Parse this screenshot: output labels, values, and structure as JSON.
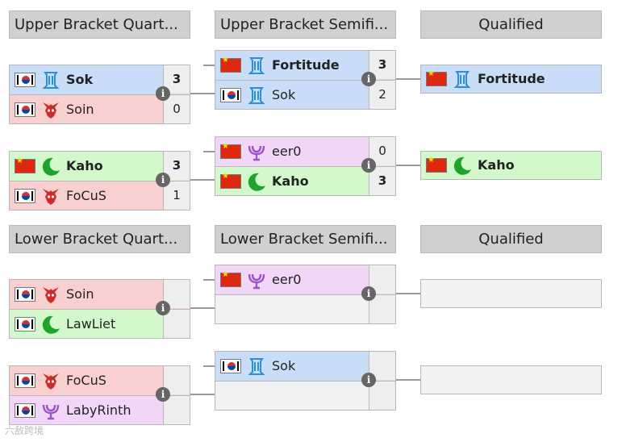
{
  "headers": {
    "upper_qf": "Upper Bracket Quart...",
    "upper_sf": "Upper Bracket Semifi...",
    "upper_q": "Qualified",
    "lower_qf": "Lower Bracket Quart...",
    "lower_sf": "Lower Bracket Semifi...",
    "lower_q": "Qualified"
  },
  "upper_qf": [
    {
      "p1": {
        "name": "Sok",
        "flag": "south-korea",
        "race": "protoss",
        "score": "3",
        "win": true
      },
      "p2": {
        "name": "Soin",
        "flag": "south-korea",
        "race": "zerg",
        "score": "0"
      }
    },
    {
      "p1": {
        "name": "Kaho",
        "flag": "china",
        "race": "undead",
        "score": "3",
        "win": true
      },
      "p2": {
        "name": "FoCuS",
        "flag": "south-korea",
        "race": "zerg",
        "score": "1"
      }
    }
  ],
  "upper_sf": [
    {
      "p1": {
        "name": "Fortitude",
        "flag": "china",
        "race": "protoss",
        "score": "3",
        "win": true
      },
      "p2": {
        "name": "Sok",
        "flag": "south-korea",
        "race": "protoss",
        "score": "2"
      }
    },
    {
      "p1": {
        "name": "eer0",
        "flag": "china",
        "race": "terran",
        "score": "0"
      },
      "p2": {
        "name": "Kaho",
        "flag": "china",
        "race": "undead",
        "score": "3",
        "win": true
      }
    }
  ],
  "upper_qualified": [
    {
      "name": "Fortitude",
      "flag": "china",
      "race": "protoss"
    },
    {
      "name": "Kaho",
      "flag": "china",
      "race": "undead"
    }
  ],
  "lower_qf": [
    {
      "p1": {
        "name": "Soin",
        "flag": "south-korea",
        "race": "zerg"
      },
      "p2": {
        "name": "LawLiet",
        "flag": "south-korea",
        "race": "undead"
      }
    },
    {
      "p1": {
        "name": "FoCuS",
        "flag": "south-korea",
        "race": "zerg"
      },
      "p2": {
        "name": "LabyRinth",
        "flag": "south-korea",
        "race": "terran"
      }
    }
  ],
  "lower_sf": [
    {
      "p1": {
        "name": "eer0",
        "flag": "china",
        "race": "terran"
      }
    },
    {
      "p1": {
        "name": "Sok",
        "flag": "south-korea",
        "race": "protoss"
      }
    }
  ],
  "icons": {
    "info": "i"
  },
  "watermark": "六敌跨境",
  "colors": {
    "protoss": "#2a8fd6",
    "zerg": "#d02a2a",
    "undead": "#1fa42a",
    "terran": "#9b54c4"
  }
}
